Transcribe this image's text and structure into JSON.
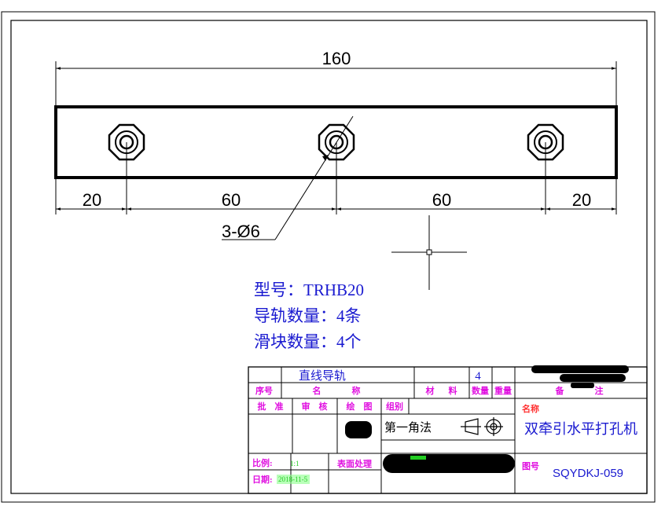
{
  "dimensions": {
    "overall": "160",
    "seg1": "20",
    "seg2": "60",
    "seg3": "60",
    "seg4": "20",
    "hole_callout": "3-Ø6"
  },
  "specs": {
    "model": "型号：TRHB20",
    "rail_count": "导轨数量：4条",
    "block_count": "滑块数量：4个"
  },
  "title_block": {
    "part_name": "直线导轨",
    "quantity": "4",
    "headers": {
      "seq": "序号",
      "name_a": "名",
      "name_b": "称",
      "material_a": "材",
      "material_b": "料",
      "qty": "数量",
      "weight": "重量",
      "remark_a": "备",
      "remark_b": "注"
    },
    "roles": {
      "approve": "批　准",
      "review": "审　核",
      "draw": "绘　图",
      "group": "组别"
    },
    "projection": "第一角法",
    "name_label": "名称",
    "machine_name": "双牵引水平打孔机",
    "scale_label": "比例:",
    "scale_value": "1:1",
    "surface_label": "表面处理",
    "date_label": "日期:",
    "date_value": "2018-11-5",
    "drawing_no_label": "图号",
    "drawing_no": "SQYDKJ-059"
  },
  "colors": {
    "line": "#000000",
    "spec_text": "#1a1ad0",
    "title_pink": "#e010e0",
    "title_red": "#ff3030",
    "title_blue": "#1a1ad0",
    "green": "#22cc22"
  }
}
